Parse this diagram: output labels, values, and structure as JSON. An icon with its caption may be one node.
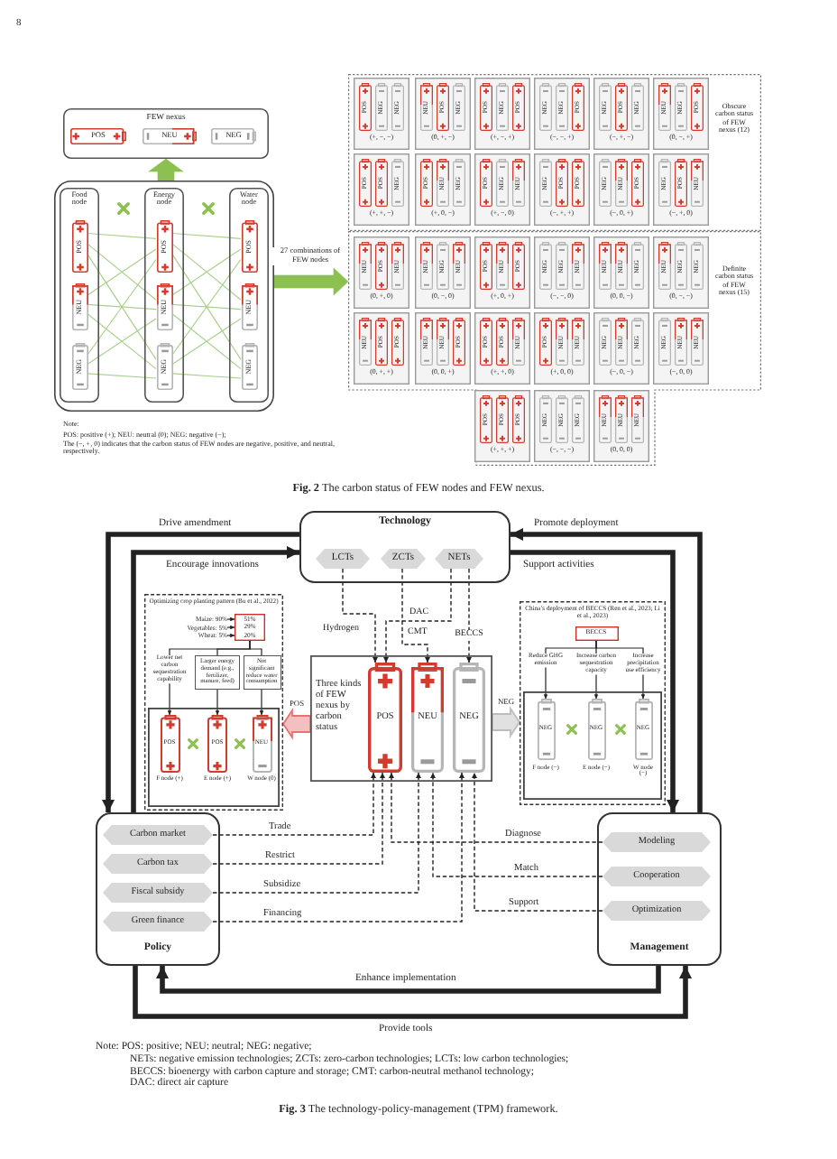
{
  "diagram": {
    "nodes": [
      {
        "text": [
          "FEW nexus"
        ]
      },
      {
        "text": [
          "POS"
        ],
        "in": 0
      },
      {
        "text": [
          "NEU"
        ],
        "in": 0
      },
      {
        "text": [
          "NEG"
        ],
        "in": 0
      },
      {
        "text": [],
        "shape": "box"
      },
      {
        "text": [
          "Food node"
        ],
        "in": 4
      },
      {
        "text": [
          "POS"
        ],
        "in": 5
      },
      {
        "text": [
          "NEU"
        ],
        "in": 5
      },
      {
        "text": [
          "NEG"
        ],
        "in": 5
      },
      {
        "text": [
          "Energy node"
        ],
        "in": 4
      },
      {
        "text": [
          "POS"
        ],
        "in": 9
      },
      {
        "text": [
          "NEU"
        ],
        "in": 9
      },
      {
        "text": [
          "NEG"
        ],
        "in": 9
      },
      {
        "text": [
          "Water node"
        ],
        "in": 4
      },
      {
        "text": [
          "POS"
        ],
        "in": 13
      },
      {
        "text": [
          "NEU"
        ],
        "in": 13
      },
      {
        "text": [
          "NEG"
        ],
        "in": 13
      },
      {
        "text": [
          "Obscure carbon status of FEW nexus (12)"
        ]
      },
      {
        "text": [
          "(+, −, −)"
        ],
        "in": 17
      },
      {
        "text": [
          "POS"
        ],
        "in": 18
      },
      {
        "text": [
          "NEG"
        ],
        "in": 18
      },
      {
        "text": [
          "NEG"
        ],
        "in": 18
      },
      {
        "text": [
          "(0, +, −)"
        ],
        "in": 17
      },
      {
        "text": [
          "NEU"
        ],
        "in": 22
      },
      {
        "text": [
          "POS"
        ],
        "in": 22
      },
      {
        "text": [
          "NEG"
        ],
        "in": 22
      },
      {
        "text": [
          "(+, −, +)"
        ],
        "in": 17
      },
      {
        "text": [
          "POS"
        ],
        "in": 26
      },
      {
        "text": [
          "NEG"
        ],
        "in": 26
      },
      {
        "text": [
          "POS"
        ],
        "in": 26
      },
      {
        "text": [
          "(−, −, +)"
        ],
        "in": 17
      },
      {
        "text": [
          "NEG"
        ],
        "in": 30
      },
      {
        "text": [
          "NEG"
        ],
        "in": 30
      },
      {
        "text": [
          "POS"
        ],
        "in": 30
      },
      {
        "text": [
          "(−, +, −)"
        ],
        "in": 17
      },
      {
        "text": [
          "NEG"
        ],
        "in": 34
      },
      {
        "text": [
          "POS"
        ],
        "in": 34
      },
      {
        "text": [
          "NEG"
        ],
        "in": 34
      },
      {
        "text": [
          "(0, −, +)"
        ],
        "in": 17
      },
      {
        "text": [
          "NEU"
        ],
        "in": 38
      },
      {
        "text": [
          "NEG"
        ],
        "in": 38
      },
      {
        "text": [
          "POS"
        ],
        "in": 38
      },
      {
        "text": [
          "(+, +, −)"
        ],
        "in": 17
      },
      {
        "text": [
          "POS"
        ],
        "in": 42
      },
      {
        "text": [
          "POS"
        ],
        "in": 42
      },
      {
        "text": [
          "NEG"
        ],
        "in": 42
      },
      {
        "text": [
          "(+, 0, −)"
        ],
        "in": 17
      },
      {
        "text": [
          "POS"
        ],
        "in": 46
      },
      {
        "text": [
          "NEU"
        ],
        "in": 46
      },
      {
        "text": [
          "NEG"
        ],
        "in": 46
      },
      {
        "text": [
          "(+, −, 0)"
        ],
        "in": 17
      },
      {
        "text": [
          "POS"
        ],
        "in": 50
      },
      {
        "text": [
          "NEG"
        ],
        "in": 50
      },
      {
        "text": [
          "NEU"
        ],
        "in": 50
      },
      {
        "text": [
          "(−, +, +)"
        ],
        "in": 17
      },
      {
        "text": [
          "NEG"
        ],
        "in": 54
      },
      {
        "text": [
          "POS"
        ],
        "in": 54
      },
      {
        "text": [
          "POS"
        ],
        "in": 54
      },
      {
        "text": [
          "(−, 0, +)"
        ],
        "in": 17
      },
      {
        "text": [
          "NEG"
        ],
        "in": 58
      },
      {
        "text": [
          "NEU"
        ],
        "in": 58
      },
      {
        "text": [
          "POS"
        ],
        "in": 58
      },
      {
        "text": [
          "(−, +, 0)"
        ],
        "in": 17
      },
      {
        "text": [
          "NEG"
        ],
        "in": 62
      },
      {
        "text": [
          "POS"
        ],
        "in": 62
      },
      {
        "text": [
          "NEU"
        ],
        "in": 62
      },
      {
        "text": [
          "Definite carbon status of FEW nexus (15)"
        ]
      },
      {
        "text": [
          "(0, +, 0)"
        ],
        "in": 66
      },
      {
        "text": [
          "NEU"
        ],
        "in": 67
      },
      {
        "text": [
          "POS"
        ],
        "in": 67
      },
      {
        "text": [
          "NEU"
        ],
        "in": 67
      },
      {
        "text": [
          "(0, −, 0)"
        ],
        "in": 66
      },
      {
        "text": [
          "NEU"
        ],
        "in": 71
      },
      {
        "text": [
          "NEG"
        ],
        "in": 71
      },
      {
        "text": [
          "NEU"
        ],
        "in": 71
      },
      {
        "text": [
          "(+, 0, +)"
        ],
        "in": 66
      },
      {
        "text": [
          "POS"
        ],
        "in": 75
      },
      {
        "text": [
          "NEU"
        ],
        "in": 75
      },
      {
        "text": [
          "POS"
        ],
        "in": 75
      },
      {
        "text": [
          "(−, −, 0)"
        ],
        "in": 66
      },
      {
        "text": [
          "NEG"
        ],
        "in": 79
      },
      {
        "text": [
          "NEG"
        ],
        "in": 79
      },
      {
        "text": [
          "NEU"
        ],
        "in": 79
      },
      {
        "text": [
          "(0, 0, −)"
        ],
        "in": 66
      },
      {
        "text": [
          "NEU"
        ],
        "in": 83
      },
      {
        "text": [
          "NEU"
        ],
        "in": 83
      },
      {
        "text": [
          "NEG"
        ],
        "in": 83
      },
      {
        "text": [
          "(0, −, −)"
        ],
        "in": 66
      },
      {
        "text": [
          "NEU"
        ],
        "in": 87
      },
      {
        "text": [
          "NEG"
        ],
        "in": 87
      },
      {
        "text": [
          "NEG"
        ],
        "in": 87
      },
      {
        "text": [
          "(0, +, +)"
        ],
        "in": 66
      },
      {
        "text": [
          "NEU"
        ],
        "in": 91
      },
      {
        "text": [
          "POS"
        ],
        "in": 91
      },
      {
        "text": [
          "POS"
        ],
        "in": 91
      },
      {
        "text": [
          "(0, 0, +)"
        ],
        "in": 66
      },
      {
        "text": [
          "NEU"
        ],
        "in": 95
      },
      {
        "text": [
          "NEU"
        ],
        "in": 95
      },
      {
        "text": [
          "POS"
        ],
        "in": 95
      },
      {
        "text": [
          "(+, +, 0)"
        ],
        "in": 66
      },
      {
        "text": [
          "POS"
        ],
        "in": 99
      },
      {
        "text": [
          "POS"
        ],
        "in": 99
      },
      {
        "text": [
          "NEU"
        ],
        "in": 99
      },
      {
        "text": [
          "(+, 0, 0)"
        ],
        "in": 66
      },
      {
        "text": [
          "POS"
        ],
        "in": 103
      },
      {
        "text": [
          "NEU"
        ],
        "in": 103
      },
      {
        "text": [
          "NEU"
        ],
        "in": 103
      },
      {
        "text": [
          "(−, 0, −)"
        ],
        "in": 66
      },
      {
        "text": [
          "NEG"
        ],
        "in": 107
      },
      {
        "text": [
          "NEU"
        ],
        "in": 107
      },
      {
        "text": [
          "NEG"
        ],
        "in": 107
      },
      {
        "text": [
          "(−, 0, 0)"
        ],
        "in": 66
      },
      {
        "text": [
          "NEG"
        ],
        "in": 111
      },
      {
        "text": [
          "NEU"
        ],
        "in": 111
      },
      {
        "text": [
          "NEU"
        ],
        "in": 111
      },
      {
        "text": [
          "(+, +, +)"
        ],
        "in": 66
      },
      {
        "text": [
          "POS"
        ],
        "in": 115
      },
      {
        "text": [
          "POS"
        ],
        "in": 115
      },
      {
        "text": [
          "POS"
        ],
        "in": 115
      },
      {
        "text": [
          "(−, −, −)"
        ],
        "in": 66
      },
      {
        "text": [
          "NEG"
        ],
        "in": 119
      },
      {
        "text": [
          "NEG"
        ],
        "in": 119
      },
      {
        "text": [
          "NEG"
        ],
        "in": 119
      },
      {
        "text": [
          "(0, 0, 0)"
        ],
        "in": 66
      },
      {
        "text": [
          "NEU"
        ],
        "in": 123
      },
      {
        "text": [
          "NEU"
        ],
        "in": 123
      },
      {
        "text": [
          "NEU"
        ],
        "in": 123
      },
      {
        "text": [
          "Technology"
        ]
      },
      {
        "text": [
          "LCTs"
        ],
        "in": 127
      },
      {
        "text": [
          "ZCTs"
        ],
        "in": 127
      },
      {
        "text": [
          "NETs"
        ],
        "in": 127
      },
      {
        "text": [
          "Optimizing crop planting pattern (Bu et al., 2022)"
        ]
      },
      {
        "text": [
          "Maize: 90%"
        ],
        "in": 131
      },
      {
        "text": [
          "Vegetables: 5%"
        ],
        "in": 131
      },
      {
        "text": [
          "Wheat: 5%"
        ],
        "in": 131
      },
      {
        "text": [
          "51%",
          "29%",
          "20%"
        ],
        "in": 131
      },
      {
        "text": [
          "Lower net carbon sequestration capability"
        ],
        "in": 131
      },
      {
        "text": [
          "Larger energy demand (e.g., fertilizer, manure, feed)"
        ],
        "in": 131
      },
      {
        "text": [
          "Not significant reduce water consumption"
        ],
        "in": 131
      },
      {
        "text": [],
        "shape": "box",
        "in": 131
      },
      {
        "text": [
          "POS"
        ],
        "in": 139,
        "beside": [
          "F node (+)"
        ]
      },
      {
        "text": [
          "POS"
        ],
        "in": 139,
        "beside": [
          "E node (+)"
        ]
      },
      {
        "text": [
          "NEU"
        ],
        "in": 139,
        "beside": [
          "W node (0)"
        ]
      },
      {
        "text": [
          "China’s deployment of BECCS (Ren et al., 2023; Li et al., 2023)"
        ]
      },
      {
        "text": [
          "BECCS"
        ],
        "in": 143
      },
      {
        "text": [
          "Reduce GHG emission"
        ],
        "in": 143
      },
      {
        "text": [
          "Increase carbon sequestration capacity"
        ],
        "in": 143
      },
      {
        "text": [
          "Increase precipitation use efficiency"
        ],
        "in": 143
      },
      {
        "text": [],
        "shape": "box",
        "in": 143
      },
      {
        "text": [
          "NEG"
        ],
        "in": 148,
        "beside": [
          "F node (−)"
        ]
      },
      {
        "text": [
          "NEG"
        ],
        "in": 148,
        "beside": [
          "E node (−)"
        ]
      },
      {
        "text": [
          "NEG"
        ],
        "in": 148,
        "beside": [
          "W node (−)"
        ]
      },
      {
        "text": [
          "Three kinds of FEW nexus by carbon status"
        ]
      },
      {
        "text": [
          "POS"
        ],
        "in": 152
      },
      {
        "text": [
          "NEU"
        ],
        "in": 152
      },
      {
        "text": [
          "NEG"
        ],
        "in": 152
      },
      {
        "text": [
          "Policy"
        ]
      },
      {
        "text": [
          "Carbon market"
        ],
        "in": 156
      },
      {
        "text": [
          "Carbon tax"
        ],
        "in": 156
      },
      {
        "text": [
          "Fiscal subsidy"
        ],
        "in": 156
      },
      {
        "text": [
          "Green finance"
        ],
        "in": 156
      },
      {
        "text": [
          "Management"
        ]
      },
      {
        "text": [
          "Modeling"
        ],
        "in": 161
      },
      {
        "text": [
          "Cooperation"
        ],
        "in": 161
      },
      {
        "text": [
          "Optimization"
        ],
        "in": 161
      }
    ],
    "edges": [
      {
        "from": 4,
        "to": 0,
        "arrow": "to",
        "style": "thick",
        "color": "#8cc152"
      },
      {
        "from": 6,
        "to": 10,
        "arrow": "none",
        "color": "#a9d08e"
      },
      {
        "from": 6,
        "to": 11,
        "arrow": "none",
        "color": "#a9d08e"
      },
      {
        "from": 6,
        "to": 12,
        "arrow": "none",
        "color": "#a9d08e"
      },
      {
        "from": 7,
        "to": 10,
        "arrow": "none",
        "color": "#a9d08e"
      },
      {
        "from": 7,
        "to": 11,
        "arrow": "none",
        "color": "#a9d08e"
      },
      {
        "from": 7,
        "to": 12,
        "arrow": "none",
        "color": "#a9d08e"
      },
      {
        "from": 8,
        "to": 10,
        "arrow": "none",
        "color": "#a9d08e"
      },
      {
        "from": 8,
        "to": 11,
        "arrow": "none",
        "color": "#a9d08e"
      },
      {
        "from": 8,
        "to": 12,
        "arrow": "none",
        "color": "#a9d08e"
      },
      {
        "from": 10,
        "to": 14,
        "arrow": "none",
        "color": "#a9d08e"
      },
      {
        "from": 10,
        "to": 15,
        "arrow": "none",
        "color": "#a9d08e"
      },
      {
        "from": 10,
        "to": 16,
        "arrow": "none",
        "color": "#a9d08e"
      },
      {
        "from": 11,
        "to": 14,
        "arrow": "none",
        "color": "#a9d08e"
      },
      {
        "from": 11,
        "to": 15,
        "arrow": "none",
        "color": "#a9d08e"
      },
      {
        "from": 11,
        "to": 16,
        "arrow": "none",
        "color": "#a9d08e"
      },
      {
        "from": 12,
        "to": 14,
        "arrow": "none",
        "color": "#a9d08e"
      },
      {
        "from": 12,
        "to": 15,
        "arrow": "none",
        "color": "#a9d08e"
      },
      {
        "from": 12,
        "to": 16,
        "arrow": "none",
        "color": "#a9d08e"
      },
      {
        "from": 4,
        "to": 66,
        "arrow": "to",
        "label": "27 combinations of FEW nodes",
        "style": "thick",
        "color": "#8cc152"
      },
      {
        "from": 127,
        "to": 156,
        "arrow": "to",
        "label": "Drive amendment",
        "style": "thick"
      },
      {
        "from": 156,
        "to": 127,
        "arrow": "to",
        "label": "Encourage innovations",
        "style": "thick"
      },
      {
        "from": 161,
        "to": 127,
        "arrow": "to",
        "label": "Promote deployment",
        "style": "thick"
      },
      {
        "from": 127,
        "to": 161,
        "arrow": "to",
        "label": "Support activities",
        "style": "thick"
      },
      {
        "from": 128,
        "to": 153,
        "arrow": "to",
        "label": "Hydrogen",
        "style": "dashed"
      },
      {
        "from": 130,
        "to": 153,
        "arrow": "to",
        "label": "DAC",
        "style": "dashed"
      },
      {
        "from": 129,
        "to": 154,
        "arrow": "to",
        "label": "CMT",
        "style": "dashed"
      },
      {
        "from": 130,
        "to": 155,
        "arrow": "to",
        "label": "BECCS",
        "style": "dashed"
      },
      {
        "from": 152,
        "to": 131,
        "arrow": "to",
        "label": "POS",
        "style": "thick",
        "color": "#e57373"
      },
      {
        "from": 152,
        "to": 143,
        "arrow": "to",
        "label": "NEG",
        "style": "thick",
        "color": "#bdbdbd"
      },
      {
        "from": 132,
        "to": 135,
        "arrow": "to"
      },
      {
        "from": 133,
        "to": 135,
        "arrow": "to"
      },
      {
        "from": 134,
        "to": 135,
        "arrow": "to"
      },
      {
        "from": 135,
        "to": 136,
        "arrow": "none"
      },
      {
        "from": 135,
        "to": 137,
        "arrow": "none"
      },
      {
        "from": 135,
        "to": 138,
        "arrow": "none"
      },
      {
        "from": 136,
        "to": 140,
        "arrow": "to"
      },
      {
        "from": 137,
        "to": 141,
        "arrow": "to"
      },
      {
        "from": 138,
        "to": 142,
        "arrow": "to"
      },
      {
        "from": 144,
        "to": 145,
        "arrow": "none"
      },
      {
        "from": 144,
        "to": 146,
        "arrow": "none"
      },
      {
        "from": 144,
        "to": 147,
        "arrow": "none"
      },
      {
        "from": 145,
        "to": 149,
        "arrow": "to"
      },
      {
        "from": 146,
        "to": 150,
        "arrow": "to"
      },
      {
        "from": 147,
        "to": 151,
        "arrow": "to"
      },
      {
        "from": 157,
        "to": 153,
        "arrow": "to",
        "label": "Trade",
        "style": "dashed"
      },
      {
        "from": 158,
        "to": 153,
        "arrow": "to",
        "label": "Restrict",
        "style": "dashed"
      },
      {
        "from": 159,
        "to": 154,
        "arrow": "to",
        "label": "Subsidize",
        "style": "dashed"
      },
      {
        "from": 160,
        "to": 155,
        "arrow": "to",
        "label": "Financing",
        "style": "dashed"
      },
      {
        "from": 162,
        "to": 153,
        "arrow": "to",
        "label": "Diagnose",
        "style": "dashed"
      },
      {
        "from": 163,
        "to": 154,
        "arrow": "to",
        "label": "Match",
        "style": "dashed"
      },
      {
        "from": 164,
        "to": 155,
        "arrow": "to",
        "label": "Support",
        "style": "dashed"
      },
      {
        "from": 161,
        "to": 156,
        "arrow": "to",
        "label": "Enhance implementation",
        "style": "thick"
      },
      {
        "from": 156,
        "to": 161,
        "arrow": "to",
        "label": "Provide tools",
        "style": "thick"
      }
    ],
    "labels": [
      "8",
      "Note:",
      "POS: positive (+); NEU: neutral (0); NEG: negative (−);",
      "The (−, +, 0) indicates that the carbon status of FEW nodes are negative, positive, and neutral, respectively.",
      "**Fig. 2** The carbon status of FEW nodes and FEW nexus.",
      "Note: POS: positive; NEU: neutral; NEG: negative;",
      "NETs: negative emission technologies; ZCTs: zero-carbon technologies; LCTs: low carbon technologies;",
      "BECCS: bioenergy with carbon capture and storage; CMT: carbon-neutral methanol technology;",
      "DAC: direct air capture",
      "**Fig. 3** The technology-policy-management (TPM) framework."
    ]
  }
}
